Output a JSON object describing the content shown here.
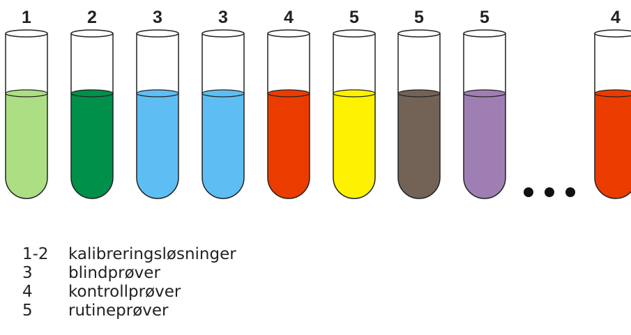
{
  "tubes": [
    {
      "number": "1",
      "liquid_color": "#acdf83"
    },
    {
      "number": "2",
      "liquid_color": "#00904a"
    },
    {
      "number": "3",
      "liquid_color": "#5ebef3"
    },
    {
      "number": "3",
      "liquid_color": "#5ebef3"
    },
    {
      "number": "4",
      "liquid_color": "#eb3c00"
    },
    {
      "number": "5",
      "liquid_color": "#fff200"
    },
    {
      "number": "5",
      "liquid_color": "#736357"
    },
    {
      "number": "5",
      "liquid_color": "#9f7fb3"
    },
    {
      "number": "4",
      "liquid_color": "#eb3c00"
    }
  ],
  "legend": [
    {
      "code": "1-2",
      "text": "kalibreringsløsninger"
    },
    {
      "code": "3",
      "text": "blindprøver"
    },
    {
      "code": "4",
      "text": "kontrollprøver"
    },
    {
      "code": "5",
      "text": "rutineprøver"
    }
  ]
}
